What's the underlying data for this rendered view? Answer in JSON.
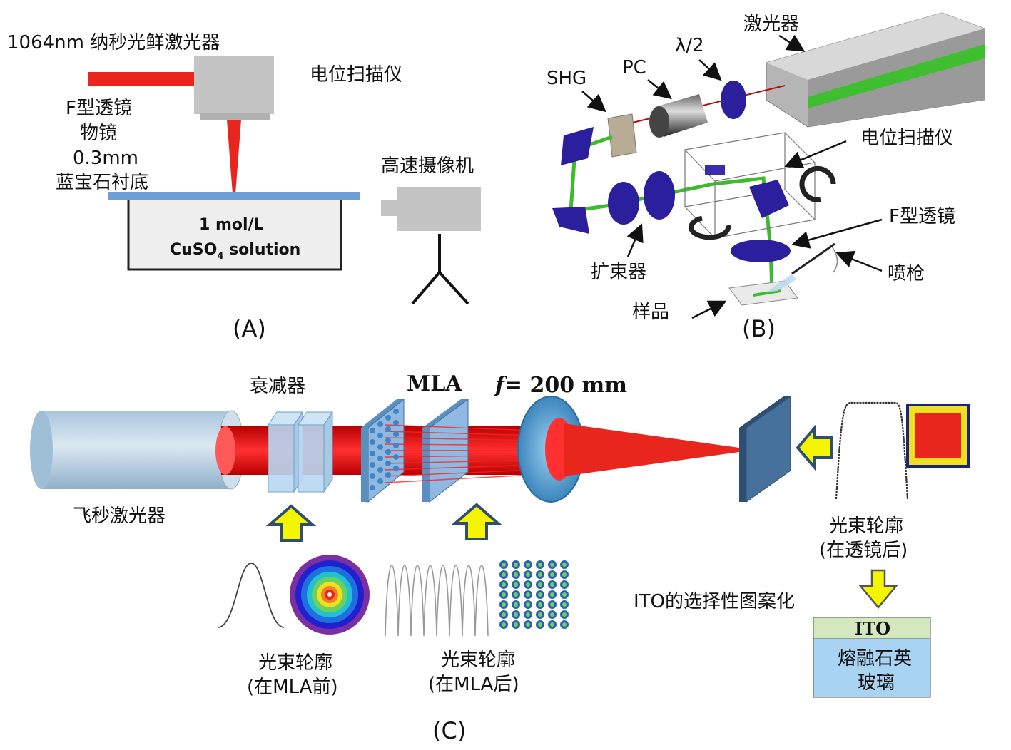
{
  "panel_a": {
    "laser_label": "1064nm 纳秒光鲜激光器",
    "scanner_label": "电位扫描仪",
    "lens_label": "F型透镜",
    "objective_label": "物镜",
    "thickness_label": "0.3mm",
    "substrate_label": "蓝宝石衬底",
    "camera_label": "高速摄像机",
    "solution_line1": "1 mol/L",
    "solution_line2_main": "CuSO",
    "solution_line2_sub": "4",
    "solution_line2_end": " solution",
    "caption": "(A)"
  },
  "panel_b": {
    "laser_label": "激光器",
    "halfwave_label": "λ/2",
    "pc_label": "PC",
    "shg_label": "SHG",
    "scanner_label": "电位扫描仪",
    "lens_label": "F型透镜",
    "expander_label": "扩束器",
    "nozzle_label": "喷枪",
    "sample_label": "样品",
    "caption": "(B)"
  },
  "panel_c": {
    "attenuator_label": "衰减器",
    "mla_label": "MLA",
    "focal_symbol": "f",
    "focal_value": "= 200 mm",
    "fs_laser_label": "飞秒激光器",
    "profile_after_lens_line1": "光束轮廓",
    "profile_after_lens_line2": "(在透镜后)",
    "ito_patterning_label": "ITO的选择性图案化",
    "ito_layer_label": "ITO",
    "glass_line1": "熔融石英",
    "glass_line2": "玻璃",
    "profile_before_mla_line1": "光束轮廓",
    "profile_before_mla_line2": "(在MLA前)",
    "profile_after_mla_line1": "光束轮廓",
    "profile_after_mla_line2": "(在MLA后)",
    "caption": "(C)"
  },
  "colors": {
    "beam_red": "#e8261e",
    "optic_blue": "#2c1f9e",
    "beam_green": "#3dbb2c",
    "arrow_yellow": "#f5f500",
    "ito_green": "#d4e8c0",
    "glass_blue": "#a9d3f2"
  }
}
